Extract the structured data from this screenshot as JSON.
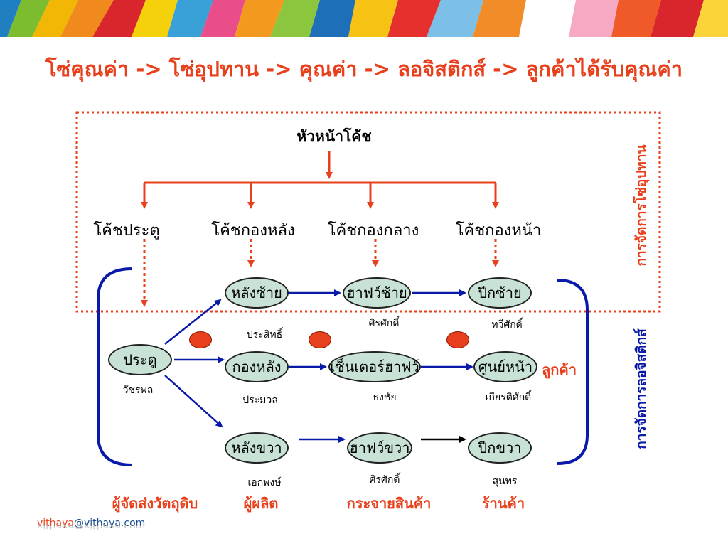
{
  "title": "โซ่คุณค่า -> โซ่อุปทาน -> คุณค่า -> ลอจิสติกส์ -> ลูกค้าได้รับคุณค่า",
  "head": "หัวหน้าโค้ช",
  "coaches": [
    "โค้ชประตู",
    "โค้ชกองหลัง",
    "โค้ชกองกลาง",
    "โค้ชกองหน้า"
  ],
  "nodes": {
    "goal": "ประตู",
    "def_left": "หลังซ้าย",
    "def_center": "กองหลัง",
    "def_right": "หลังขวา",
    "mid_left": "ฮาฟว์ซ้าย",
    "mid_center": "เซ็นเตอร์ฮาฟว์",
    "mid_right": "ฮาฟว์ขวา",
    "fwd_left": "ปีกซ้าย",
    "fwd_center": "ศูนย์หน้า",
    "fwd_right": "ปีกขวา"
  },
  "players": {
    "goal": "วัชรพล",
    "def_left": "ประสิทธิ์",
    "def_center": "ประมวล",
    "def_right": "เอกพงษ์",
    "mid_left": "ศิรศักดิ์",
    "mid_center": "ธงชัย",
    "mid_right": "ศิรศักดิ์",
    "fwd_left": "ทวีศักดิ์",
    "fwd_center": "เกียรติศักดิ์",
    "fwd_right": "สุนทร"
  },
  "customer": "ลูกค้า",
  "side_labels": {
    "supply_chain": "การจัดการโซ่อุปทาน",
    "logistics": "การจัดการลอจิสติกส์"
  },
  "bottom_labels": [
    "ผู้จัดส่งวัตถุดิบ",
    "ผู้ผลิต",
    "กระจายสินค้า",
    "ร้านค้า"
  ],
  "footer": {
    "user": "vithaya",
    "domain": "@vithaya.com"
  },
  "colors": {
    "accent_red": "#e8401c",
    "arrow_blue": "#0a1aa8",
    "node_fill": "#c8e2d6",
    "logistics_blue": "#0a1aa8"
  }
}
